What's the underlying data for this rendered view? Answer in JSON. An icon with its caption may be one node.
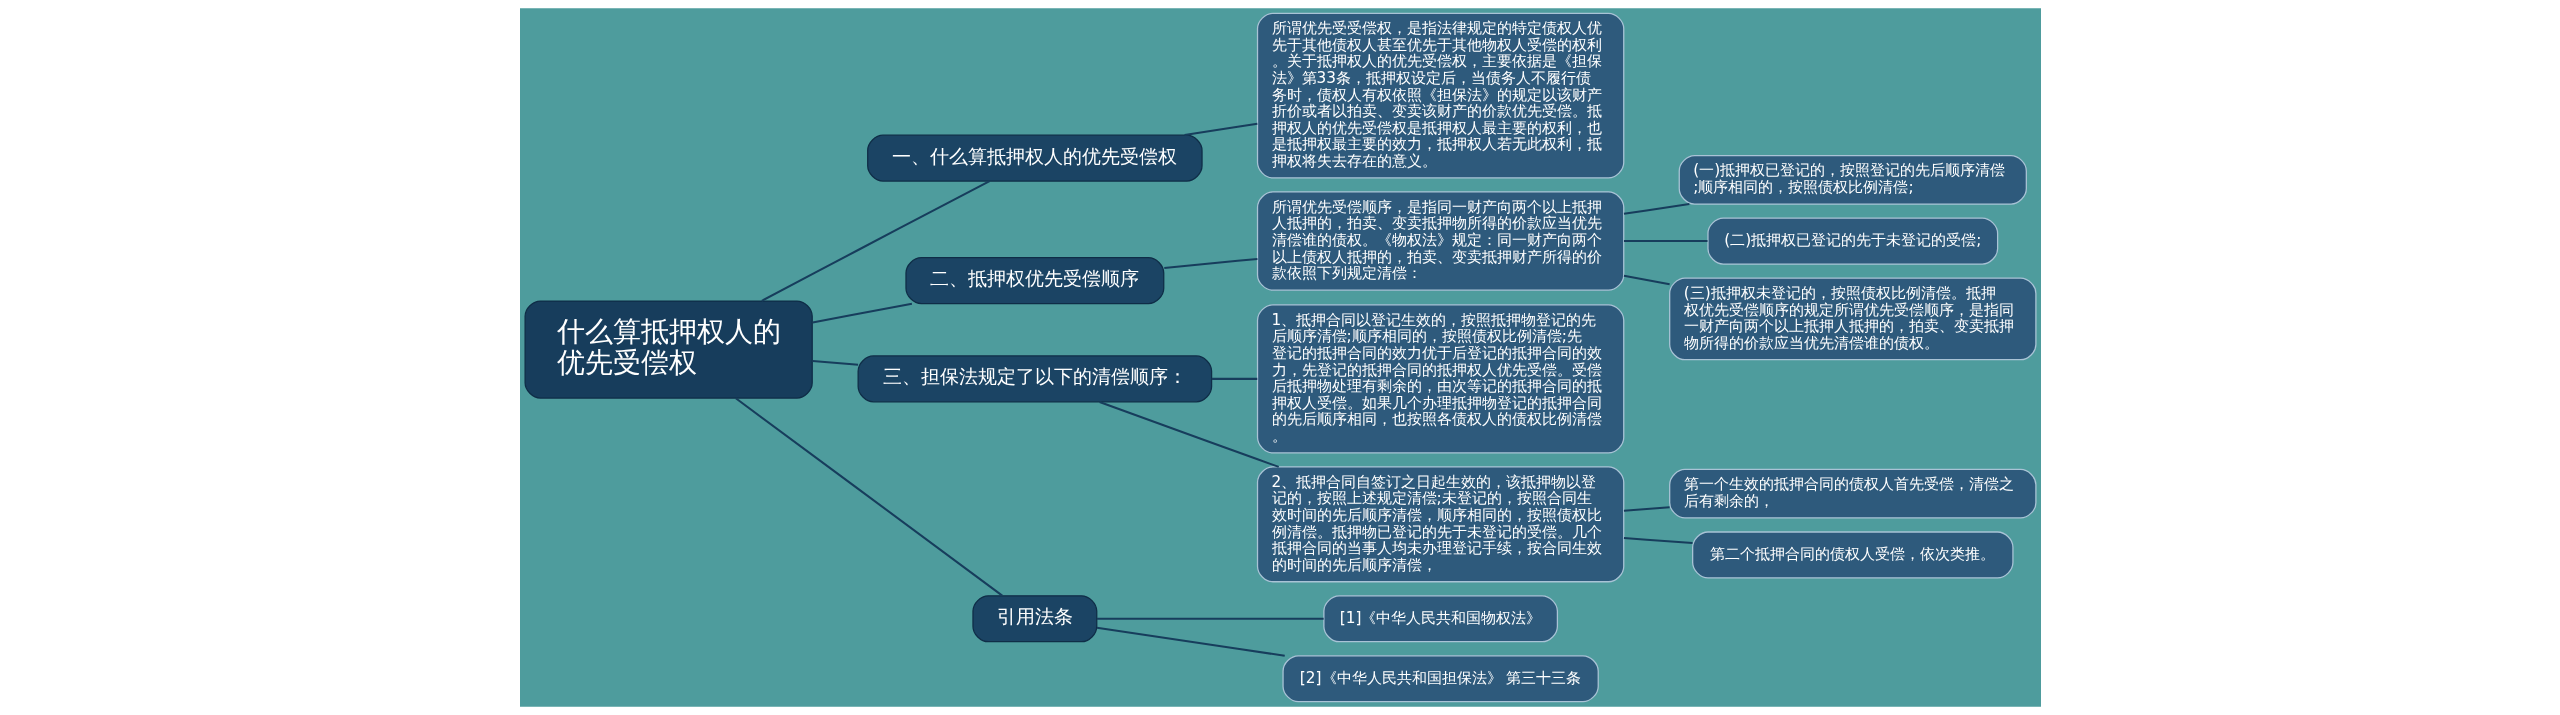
{
  "diagram": {
    "nodes": [
      {
        "text": [
          "什么算抵押权人的优先受偿权"
        ]
      },
      {
        "text": [
          "一、什么算抵押权人的优先受偿权"
        ]
      },
      {
        "text": [
          "所谓优先受受偿权，是指法律规定的特定债权人优先于其他债权人甚至优先于其他物权人受偿的权利。关于抵押权人的优先受偿权，主要依据是《担保法》第33条，抵押权设定后，当债务人不履行债务时，债权人有权依照《担保法》的规定以该财产折价或者以拍卖、变卖该财产的价款优先受偿。抵押权人的优先受偿权是抵押权人最主要的权利，也是抵押权最主要的效力，抵押权人若无此权利，抵押权将失去存在的意义。"
        ]
      },
      {
        "text": [
          "二、抵押权优先受偿顺序"
        ]
      },
      {
        "text": [
          "所谓优先受偿顺序，是指同一财产向两个以上抵押人抵押的，拍卖、变卖抵押物所得的价款应当优先清偿谁的债权。《物权法》规定：同一财产向两个以上债权人抵押的，拍卖、变卖抵押财产所得的价款依照下列规定清偿："
        ]
      },
      {
        "text": [
          "(一)抵押权已登记的，按照登记的先后顺序清偿;顺序相同的，按照债权比例清偿;"
        ]
      },
      {
        "text": [
          "(二)抵押权已登记的先于未登记的受偿;"
        ]
      },
      {
        "text": [
          "(三)抵押权未登记的，按照债权比例清偿。抵押权优先受偿顺序的规定所谓优先受偿顺序，是指同一财产向两个以上抵押人抵押的，拍卖、变卖抵押物所得的价款应当优先清偿谁的债权。"
        ]
      },
      {
        "text": [
          "三、担保法规定了以下的清偿顺序："
        ]
      },
      {
        "text": [
          "1、抵押合同以登记生效的，按照抵押物登记的先后顺序清偿;顺序相同的，按照债权比例清偿;先登记的抵押合同的效力优于后登记的抵押合同的效力，先登记的抵押合同的抵押权人优先受偿。受偿后抵押物处理有剩余的，由次等记的抵押合同的抵押权人受偿。如果几个办理抵押物登记的抵押合同的先后顺序相同，也按照各债权人的债权比例清偿。"
        ]
      },
      {
        "text": [
          "2、抵押合同自签订之日起生效的，该抵押物以登记的，按照上述规定清偿;未登记的，按照合同生效时间的先后顺序清偿，顺序相同的，按照债权比例清偿。抵押物已登记的先于未登记的受偿。几个抵押合同的当事人均未办理登记手续，按合同生效的时间的先后顺序清偿，"
        ]
      },
      {
        "text": [
          "第一个生效的抵押合同的债权人首先受偿，清偿之后有剩余的，"
        ]
      },
      {
        "text": [
          "第二个抵押合同的债权人受偿，依次类推。"
        ]
      },
      {
        "text": [
          "引用法条"
        ]
      },
      {
        "text": [
          "[1]《中华人民共和国物权法》"
        ]
      },
      {
        "text": [
          "[2]《中华人民共和国担保法》 第三十三条"
        ]
      }
    ],
    "edges": [
      {
        "from": 0,
        "to": 1,
        "arrow": "none"
      },
      {
        "from": 1,
        "to": 2,
        "arrow": "none"
      },
      {
        "from": 0,
        "to": 3,
        "arrow": "none"
      },
      {
        "from": 3,
        "to": 4,
        "arrow": "none"
      },
      {
        "from": 4,
        "to": 5,
        "arrow": "none"
      },
      {
        "from": 4,
        "to": 6,
        "arrow": "none"
      },
      {
        "from": 4,
        "to": 7,
        "arrow": "none"
      },
      {
        "from": 0,
        "to": 8,
        "arrow": "none"
      },
      {
        "from": 8,
        "to": 9,
        "arrow": "none"
      },
      {
        "from": 8,
        "to": 10,
        "arrow": "none"
      },
      {
        "from": 10,
        "to": 11,
        "arrow": "none"
      },
      {
        "from": 10,
        "to": 12,
        "arrow": "none"
      },
      {
        "from": 0,
        "to": 13,
        "arrow": "none"
      },
      {
        "from": 13,
        "to": 14,
        "arrow": "none"
      },
      {
        "from": 13,
        "to": 15,
        "arrow": "none"
      }
    ]
  }
}
